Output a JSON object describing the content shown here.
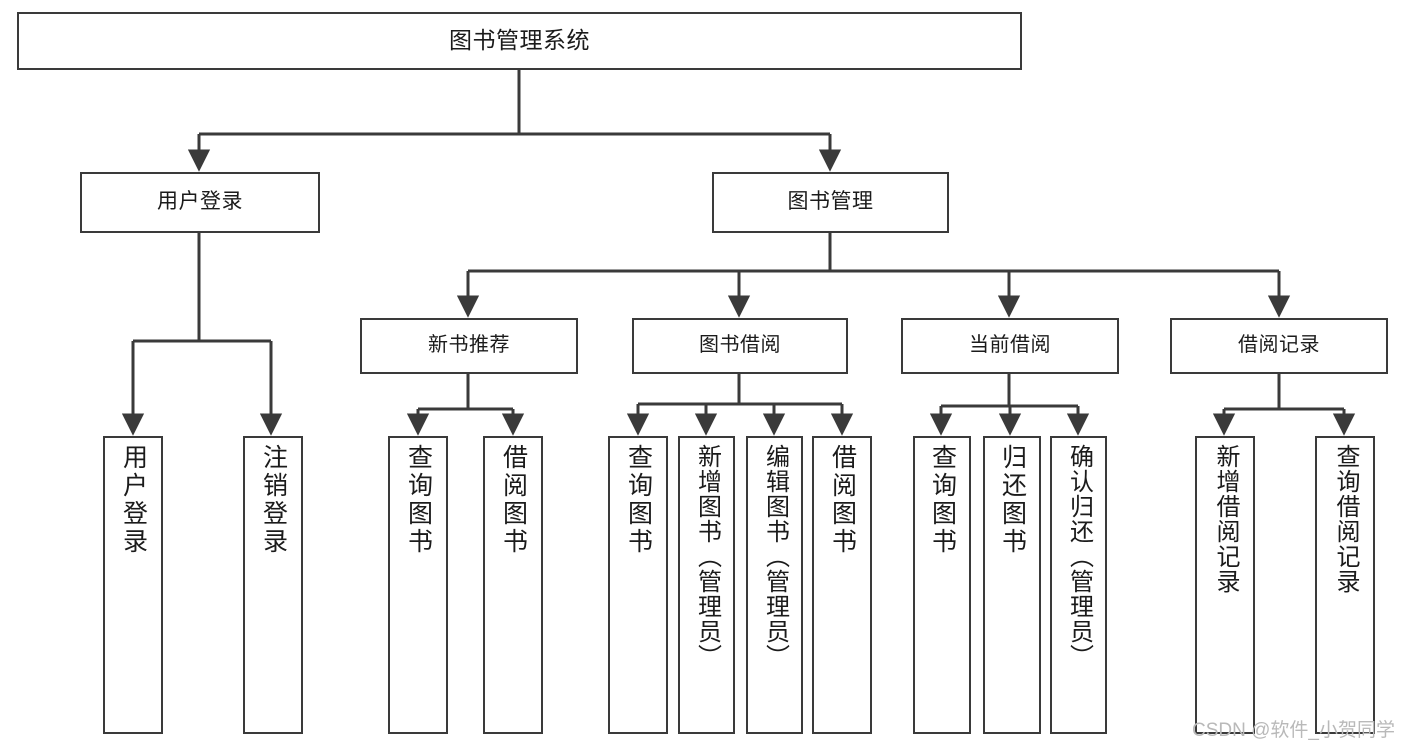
{
  "diagram": {
    "title": "图书管理系统",
    "type": "tree",
    "colors": {
      "node_border": "#3a3a3a",
      "node_fill": "#ffffff",
      "edge": "#3a3a3a",
      "text": "#1b1b1b",
      "background": "#ffffff",
      "watermark": "#b9b9b9"
    }
  },
  "nodes": {
    "root": {
      "label": "图书管理系统",
      "level": 1
    },
    "level2": [
      {
        "id": "user-login",
        "label": "用户登录"
      },
      {
        "id": "book-management",
        "label": "图书管理"
      }
    ],
    "level3": [
      {
        "id": "new-book-recommend",
        "label": "新书推荐"
      },
      {
        "id": "book-borrow",
        "label": "图书借阅"
      },
      {
        "id": "current-borrow",
        "label": "当前借阅"
      },
      {
        "id": "borrow-record",
        "label": "借阅记录"
      }
    ],
    "leaves": [
      {
        "id": "leaf-user-login",
        "label": "用户登录",
        "parent": "user-login"
      },
      {
        "id": "leaf-logout",
        "label": "注销登录",
        "parent": "user-login"
      },
      {
        "id": "leaf-query-book-1",
        "label": "查询图书",
        "parent": "new-book-recommend"
      },
      {
        "id": "leaf-borrow-book-1",
        "label": "借阅图书",
        "parent": "new-book-recommend"
      },
      {
        "id": "leaf-query-book-2",
        "label": "查询图书",
        "parent": "book-borrow"
      },
      {
        "id": "leaf-add-book",
        "label": "新增图书（管理员）",
        "parent": "book-borrow"
      },
      {
        "id": "leaf-edit-book",
        "label": "编辑图书（管理员）",
        "parent": "book-borrow"
      },
      {
        "id": "leaf-borrow-book-2",
        "label": "借阅图书",
        "parent": "book-borrow"
      },
      {
        "id": "leaf-query-book-3",
        "label": "查询图书",
        "parent": "current-borrow"
      },
      {
        "id": "leaf-return-book",
        "label": "归还图书",
        "parent": "current-borrow"
      },
      {
        "id": "leaf-confirm-return",
        "label": "确认归还（管理员）",
        "parent": "current-borrow"
      },
      {
        "id": "leaf-add-record",
        "label": "新增借阅记录",
        "parent": "borrow-record"
      },
      {
        "id": "leaf-query-record",
        "label": "查询借阅记录",
        "parent": "borrow-record"
      }
    ]
  },
  "watermark": {
    "text": "CSDN @软件_小贺同学"
  }
}
